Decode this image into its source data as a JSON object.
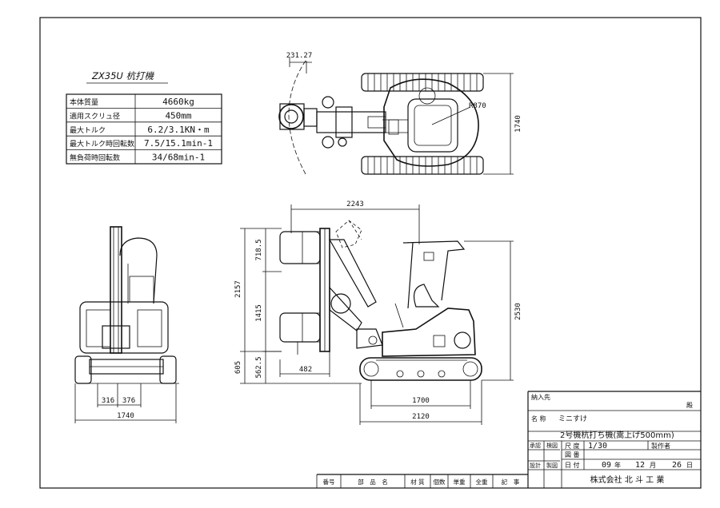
{
  "title": "ZX35U 杭打機",
  "specs": [
    {
      "label": "本体質量",
      "value": "4660kg"
    },
    {
      "label": "適用スクリュ径",
      "value": "450mm"
    },
    {
      "label": "最大トルク",
      "value": "6.2/3.1KN・m"
    },
    {
      "label": "最大トルク時回転数",
      "value": "7.5/15.1min-1"
    },
    {
      "label": "無負荷時回転数",
      "value": "34/68min-1"
    }
  ],
  "dimensions": {
    "top_offset": "231.27",
    "radius": "R870",
    "top_width": "1740",
    "boom_reach": "2243",
    "lift_upper": "718.5",
    "height_total": "2157",
    "lift_mid": "1415",
    "base_605": "605",
    "base_562": "562.5",
    "auger_offset": "482",
    "height_2530": "2530",
    "track_1700": "1700",
    "length_2120": "2120",
    "front_316": "316",
    "front_376": "376",
    "front_width": "1740"
  },
  "title_block": {
    "client_label": "納入先",
    "client_suffix": "殿",
    "name_label": "名 称",
    "name_value": "ミニすけ",
    "subtitle": "2号機杭打ち機(嵩上げ500mm)",
    "approval": "承認",
    "checked": "検図",
    "scale_label": "尺 度",
    "scale_value": "1/30",
    "author_label": "製作者",
    "drawing_label": "図 番",
    "design": "設計",
    "drafting": "製図",
    "date_label": "日 付",
    "date_year": "09",
    "year_unit": "年",
    "date_month": "12",
    "month_unit": "月",
    "date_day": "26",
    "day_unit": "日",
    "company": "株式会社 北 斗 工 業"
  },
  "parts_header": [
    "番号",
    "部　品　名",
    "材 質",
    "個数",
    "単重",
    "全重",
    "記　事"
  ]
}
